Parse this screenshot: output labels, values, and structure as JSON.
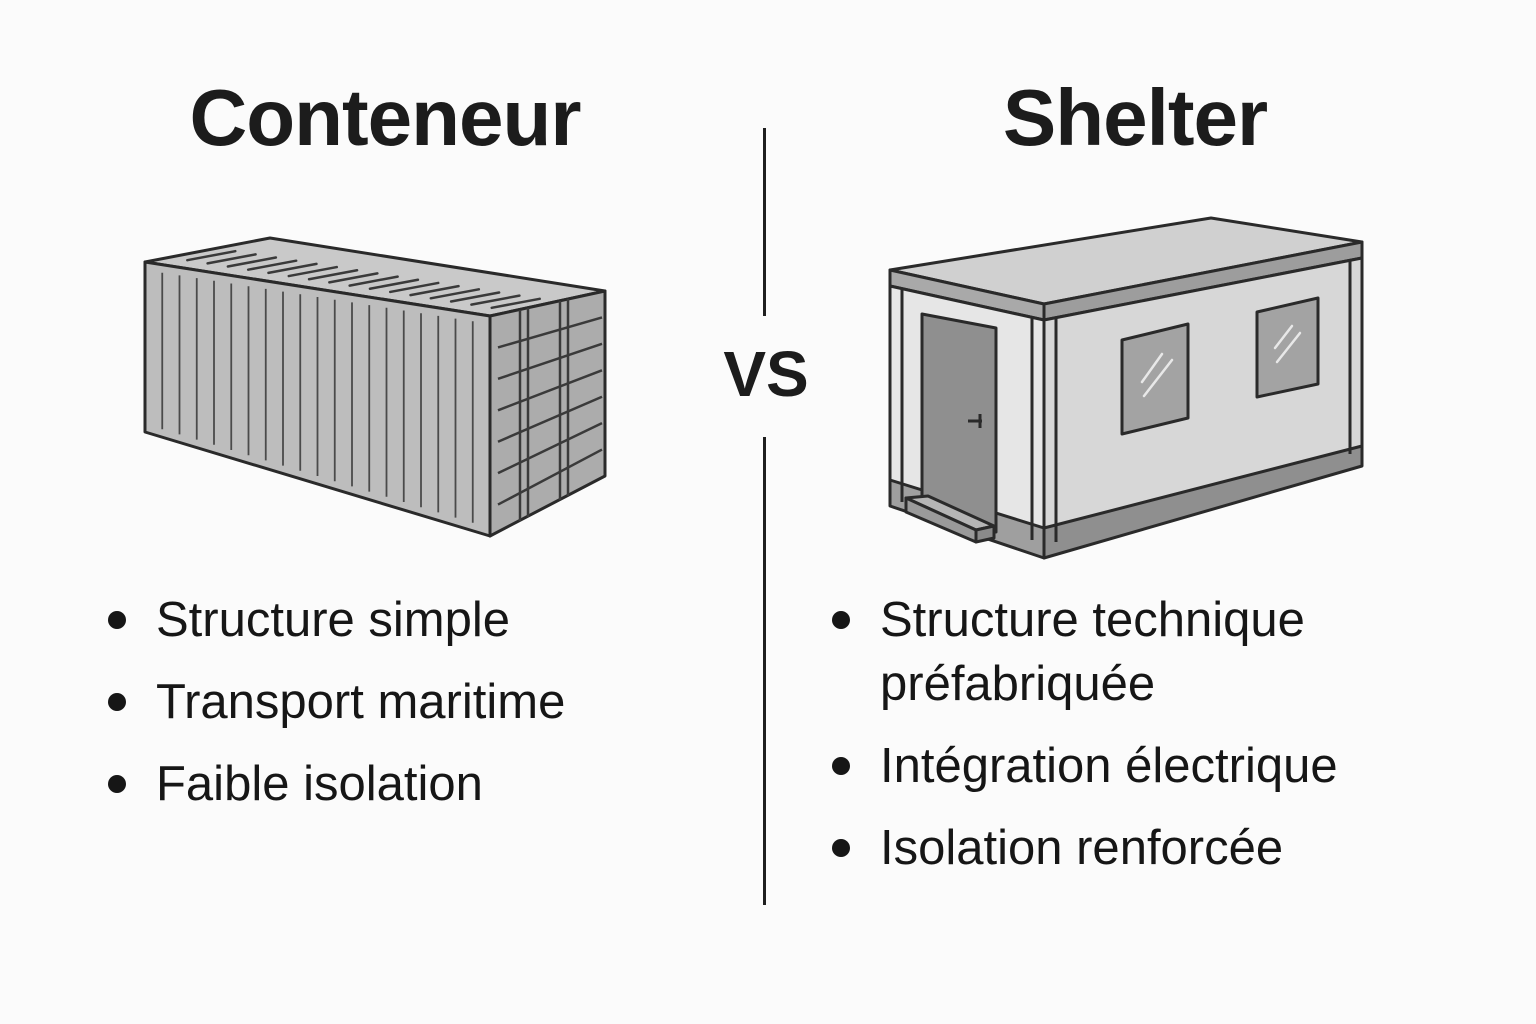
{
  "left": {
    "title": "Conteneur",
    "illustration": "shipping-container-icon",
    "features": [
      "Structure simple",
      "Transport maritime",
      "Faible isolation"
    ]
  },
  "separator": {
    "label": "VS"
  },
  "right": {
    "title": "Shelter",
    "illustration": "prefab-shelter-icon",
    "features": [
      "Structure technique préfabriquée",
      "Intégration électrique",
      "Isolation renforcée"
    ]
  },
  "colors": {
    "text": "#1c1c1c",
    "line": "#2a2a2a",
    "fill_light": "#d6d6d6",
    "fill_mid": "#b8b8b8",
    "fill_dark": "#8c8c8c"
  }
}
